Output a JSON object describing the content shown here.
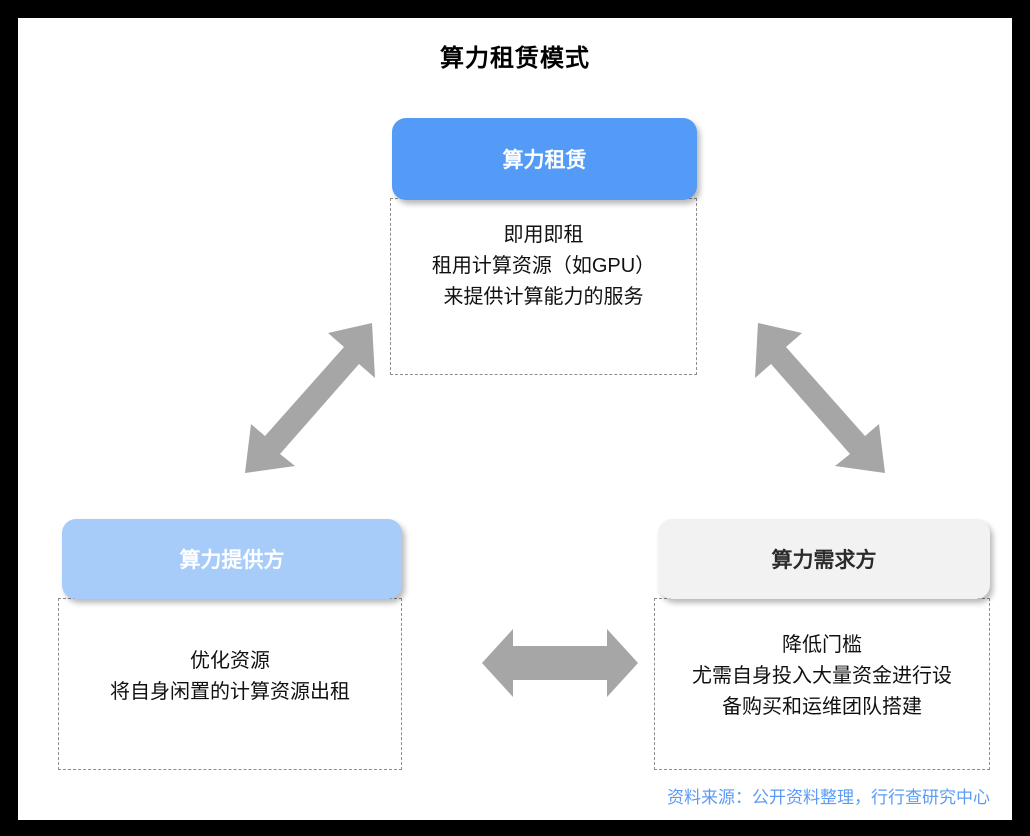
{
  "page": {
    "title": "算力租赁模式",
    "frame_color": "#000000",
    "canvas_color": "#ffffff"
  },
  "nodes": {
    "top": {
      "header": "算力租赁",
      "header_color": "#549bf7",
      "header_text_color": "#ffffff",
      "body": "即用即租\n租用计算资源（如GPU）\n来提供计算能力的服务"
    },
    "left": {
      "header": "算力提供方",
      "header_color": "#a8ccfa",
      "header_text_color": "#ffffff",
      "body": "优化资源\n将自身闲置的计算资源出租"
    },
    "right": {
      "header": "算力需求方",
      "header_color": "#f2f2f2",
      "header_text_color": "#2b2b2b",
      "body": "降低门槛\n尤需自身投入大量资金进行设\n备购买和运维团队搭建"
    }
  },
  "arrows": {
    "color": "#a6a6a6",
    "left_diagonal": "double-arrow-up-right",
    "right_diagonal": "double-arrow-up-left",
    "horizontal": "double-arrow-horizontal"
  },
  "footer": {
    "source": "资料来源：公开资料整理，行行查研究中心",
    "color": "#5b9bf5"
  }
}
